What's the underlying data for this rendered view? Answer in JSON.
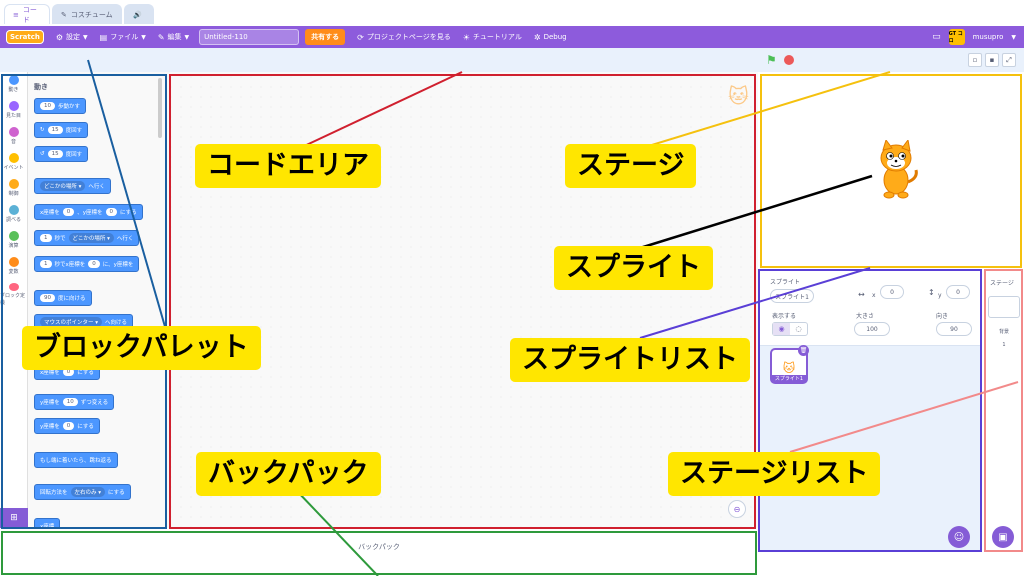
{
  "menubar": {
    "logo": "Scratch",
    "settings": "設定",
    "file": "ファイル",
    "edit": "編集",
    "project_title": "Untitled-110",
    "share": "共有する",
    "project_page": "プロジェクトページを見る",
    "tutorials": "チュートリアル",
    "debug": "Debug",
    "avatar_text": "GT コロ",
    "username": "musupro"
  },
  "tabs": {
    "code": "コード",
    "costumes": "コスチューム",
    "sounds_icon": "🔊"
  },
  "categories": [
    {
      "label": "動き",
      "color": "#4c97ff"
    },
    {
      "label": "見た目",
      "color": "#9966ff"
    },
    {
      "label": "音",
      "color": "#cf63cf"
    },
    {
      "label": "イベント",
      "color": "#ffbf00"
    },
    {
      "label": "制御",
      "color": "#ffab19"
    },
    {
      "label": "調べる",
      "color": "#5cb1d6"
    },
    {
      "label": "演算",
      "color": "#59c059"
    },
    {
      "label": "変数",
      "color": "#ff8c1a"
    },
    {
      "label": "ブロック定義",
      "color": "#ff6680"
    }
  ],
  "palette": {
    "title": "動き",
    "blocks": [
      {
        "pre": "",
        "v1": "10",
        "mid": "歩動かす"
      },
      {
        "pre": "↻",
        "v1": "15",
        "mid": "度回す"
      },
      {
        "pre": "↺",
        "v1": "15",
        "mid": "度回す"
      },
      {
        "pre": "",
        "drop": "どこかの場所 ▾",
        "mid": "へ行く"
      },
      {
        "pre": "x座標を",
        "v1": "0",
        "mid": "、y座標を",
        "v2": "0",
        "post": "にする"
      },
      {
        "pre": "",
        "v1": "1",
        "mid": "秒で",
        "drop": "どこかの場所 ▾",
        "post": "へ行く"
      },
      {
        "pre": "",
        "v1": "1",
        "mid": "秒でx座標を",
        "v2": "0",
        "post": "に、y座標を"
      },
      {
        "pre": "",
        "v1": "90",
        "mid": "度に向ける"
      },
      {
        "pre": "",
        "drop": "マウスのポインター ▾",
        "mid": "へ向ける"
      },
      {
        "pre": "x座標を",
        "v1": "0",
        "mid": "にする"
      },
      {
        "pre": "y座標を",
        "v1": "10",
        "mid": "ずつ変える"
      },
      {
        "pre": "y座標を",
        "v1": "0",
        "mid": "にする"
      },
      {
        "pre": "もし端に着いたら、跳ね返る"
      },
      {
        "pre": "回転方法を",
        "drop": "左右のみ ▾",
        "mid": "にする"
      },
      {
        "pre": "x座標"
      }
    ]
  },
  "backpack": {
    "label": "バックパック"
  },
  "sprite_info": {
    "sprite_label": "スプライト",
    "sprite_name": "スプライト1",
    "x_label": "x",
    "x_value": "0",
    "y_label": "y",
    "y_value": "0",
    "show_label": "表示する",
    "size_label": "大きさ",
    "size_value": "100",
    "direction_label": "向き",
    "direction_value": "90"
  },
  "sprite_list": {
    "items": [
      {
        "name": "スプライト1"
      }
    ]
  },
  "stage_list": {
    "title": "ステージ",
    "backdrop_label": "背景",
    "backdrop_count": "1"
  },
  "callouts": {
    "code_area": "コードエリア",
    "stage": "ステージ",
    "sprite": "スプライト",
    "block_palette": "ブロックパレット",
    "sprite_list": "スプライトリスト",
    "backpack": "バックパック",
    "stage_list": "ステージリスト"
  },
  "colors": {
    "menubar": "#8d5bdc",
    "callout": "#ffe600",
    "palette_outline": "#1a5fa0",
    "code_outline": "#d0202f",
    "stage_outline": "#f5c10e",
    "sprite_outline": "#5a3fd6",
    "stagelist_outline": "#f28a8a",
    "backpack_outline": "#2e9a3c"
  }
}
